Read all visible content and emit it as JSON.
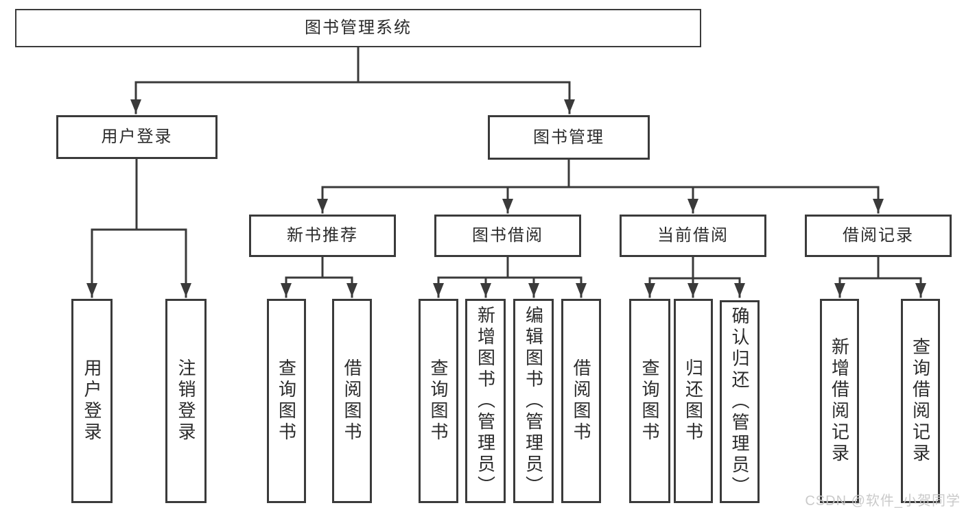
{
  "colors": {
    "line": "#3a3a3a",
    "text": "#2b2b2b",
    "watermark": "#c8c8c8",
    "background": "#ffffff"
  },
  "watermark": {
    "text": "CSDN @软件_小贺同学"
  },
  "tree": {
    "label": "图书管理系统",
    "children": [
      {
        "label": "用户登录",
        "children": [
          {
            "label": "用户登录"
          },
          {
            "label": "注销登录"
          }
        ]
      },
      {
        "label": "图书管理",
        "children": [
          {
            "label": "新书推荐",
            "children": [
              {
                "label": "查询图书"
              },
              {
                "label": "借阅图书"
              }
            ]
          },
          {
            "label": "图书借阅",
            "children": [
              {
                "label": "查询图书"
              },
              {
                "label": "新增图书（管理员）"
              },
              {
                "label": "编辑图书（管理员）"
              },
              {
                "label": "借阅图书"
              }
            ]
          },
          {
            "label": "当前借阅",
            "children": [
              {
                "label": "查询图书"
              },
              {
                "label": "归还图书"
              },
              {
                "label": "确认归还（管理员）"
              }
            ]
          },
          {
            "label": "借阅记录",
            "children": [
              {
                "label": "新增借阅记录"
              },
              {
                "label": "查询借阅记录"
              }
            ]
          }
        ]
      }
    ]
  }
}
